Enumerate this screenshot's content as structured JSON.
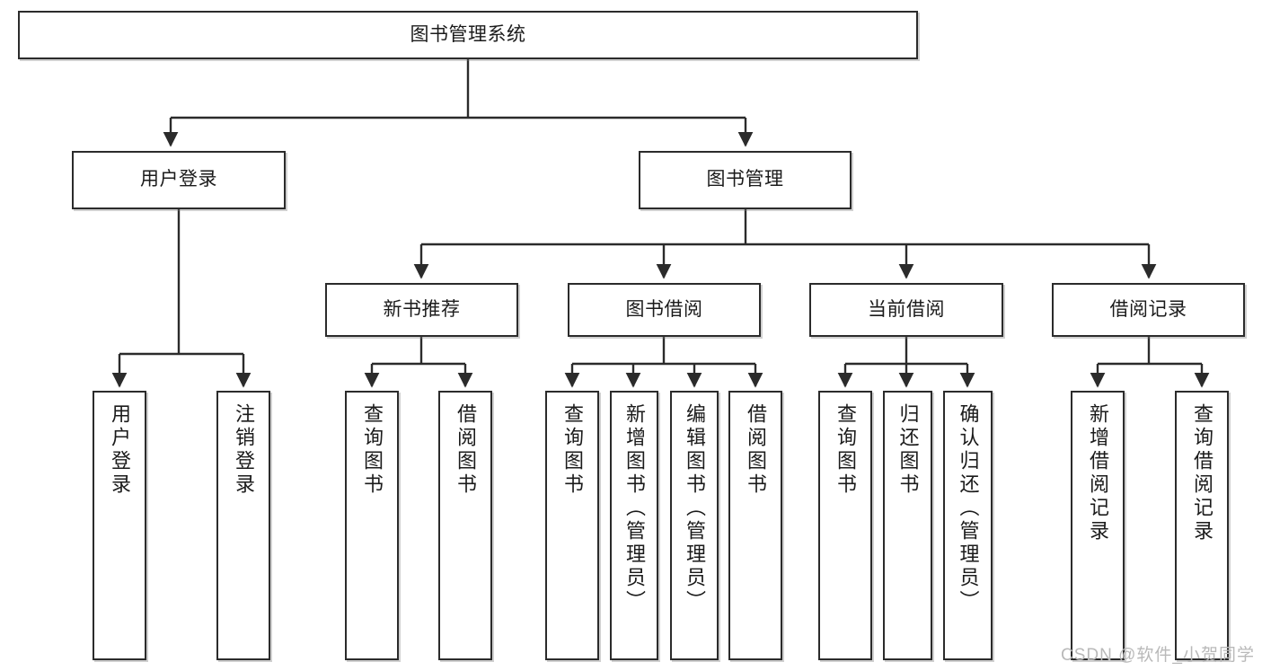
{
  "diagram": {
    "title": "图书管理系统",
    "type": "tree",
    "watermark": "CSDN @软件_小贺同学",
    "colors": {
      "stroke": "#2b2b2b",
      "fill": "#ffffff",
      "text": "#1b1b1b",
      "watermark": "#b9b9b9"
    },
    "nodes": {
      "root": {
        "label": "图书管理系统"
      },
      "level2": [
        {
          "id": "user-login",
          "label": "用户登录"
        },
        {
          "id": "book-manage",
          "label": "图书管理"
        }
      ],
      "level3": [
        {
          "id": "new-book-recommend",
          "label": "新书推荐"
        },
        {
          "id": "book-borrow",
          "label": "图书借阅"
        },
        {
          "id": "current-borrow",
          "label": "当前借阅"
        },
        {
          "id": "borrow-record",
          "label": "借阅记录"
        }
      ],
      "leaves": {
        "user-login": [
          {
            "id": "leaf-user-login",
            "label": "用户登录"
          },
          {
            "id": "leaf-logout",
            "label": "注销登录"
          }
        ],
        "new-book-recommend": [
          {
            "id": "leaf-query-book-1",
            "label": "查询图书"
          },
          {
            "id": "leaf-borrow-book-1",
            "label": "借阅图书"
          }
        ],
        "book-borrow": [
          {
            "id": "leaf-query-book-2",
            "label": "查询图书"
          },
          {
            "id": "leaf-add-book",
            "label": "新增图书（管理员）"
          },
          {
            "id": "leaf-edit-book",
            "label": "编辑图书（管理员）"
          },
          {
            "id": "leaf-borrow-book-2",
            "label": "借阅图书"
          }
        ],
        "current-borrow": [
          {
            "id": "leaf-query-book-3",
            "label": "查询图书"
          },
          {
            "id": "leaf-return-book",
            "label": "归还图书"
          },
          {
            "id": "leaf-confirm-return",
            "label": "确认归还（管理员）"
          }
        ],
        "borrow-record": [
          {
            "id": "leaf-add-record",
            "label": "新增借阅记录"
          },
          {
            "id": "leaf-query-record",
            "label": "查询借阅记录"
          }
        ]
      }
    }
  }
}
